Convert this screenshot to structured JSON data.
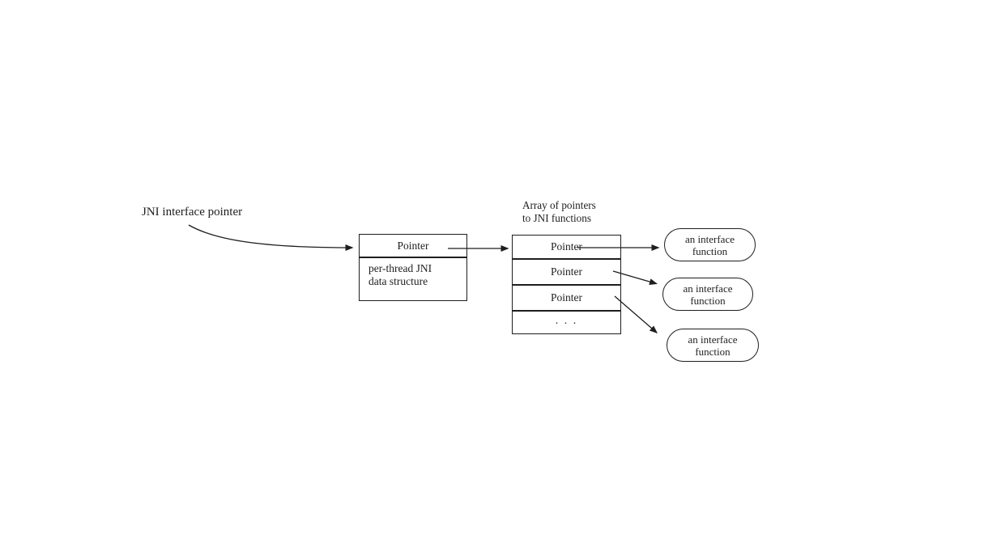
{
  "diagram": {
    "labels": {
      "jni_interface_pointer": "JNI interface pointer",
      "array_of_pointers_line1": "Array of pointers",
      "array_of_pointers_line2": "to JNI functions"
    },
    "per_thread_box": {
      "pointer_cell": "Pointer",
      "body_line1": "per-thread JNI",
      "body_line2": "data structure"
    },
    "pointer_array": {
      "rows": [
        "Pointer",
        "Pointer",
        "Pointer",
        ". . ."
      ]
    },
    "interface_functions": [
      "an interface function",
      "an interface function",
      "an interface function"
    ],
    "colors": {
      "line": "#1e1e1e",
      "background": "#ffffff"
    }
  }
}
